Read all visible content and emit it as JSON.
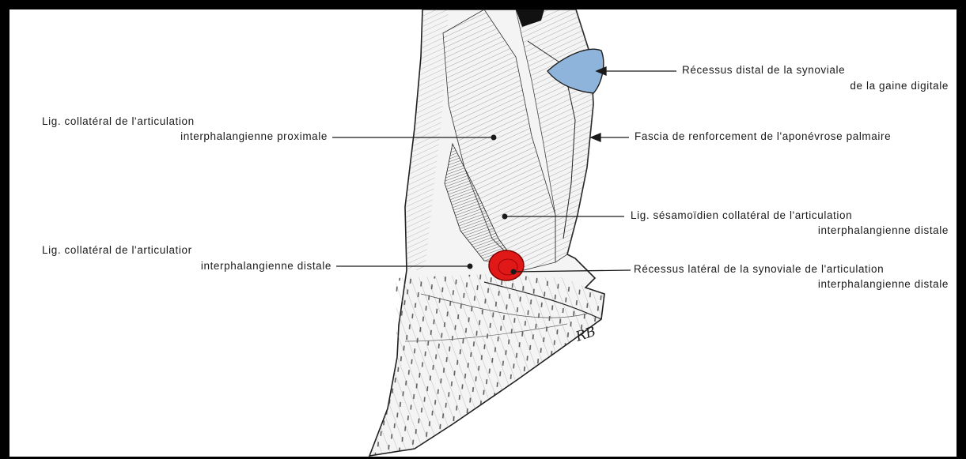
{
  "labels": {
    "recessus_distal_line1": "Récessus distal de la synoviale",
    "recessus_distal_line2": "de la gaine digitale",
    "lig_coll_prox_line1": "Lig. collatéral de l'articulation",
    "lig_coll_prox_line2": "interphalangienne proximale",
    "fascia": "Fascia de renforcement de l'aponévrose palmaire",
    "lig_sesam_line1": "Lig. sésamoïdien collatéral de l'articulation",
    "lig_sesam_line2": "interphalangienne distale",
    "lig_coll_dist_line1": "Lig. collatéral de l'articulatior",
    "lig_coll_dist_line2": "interphalangienne distale",
    "recessus_lateral_line1": "Récessus latéral de la synoviale de l'articulation",
    "recessus_lateral_line2": "interphalangienne distale"
  },
  "signature": "RB",
  "colors": {
    "frame": "#000000",
    "background": "#ffffff",
    "recess_blue": "#8fb4dc",
    "recess_red": "#e01818",
    "ink": "#1a1a1a"
  }
}
